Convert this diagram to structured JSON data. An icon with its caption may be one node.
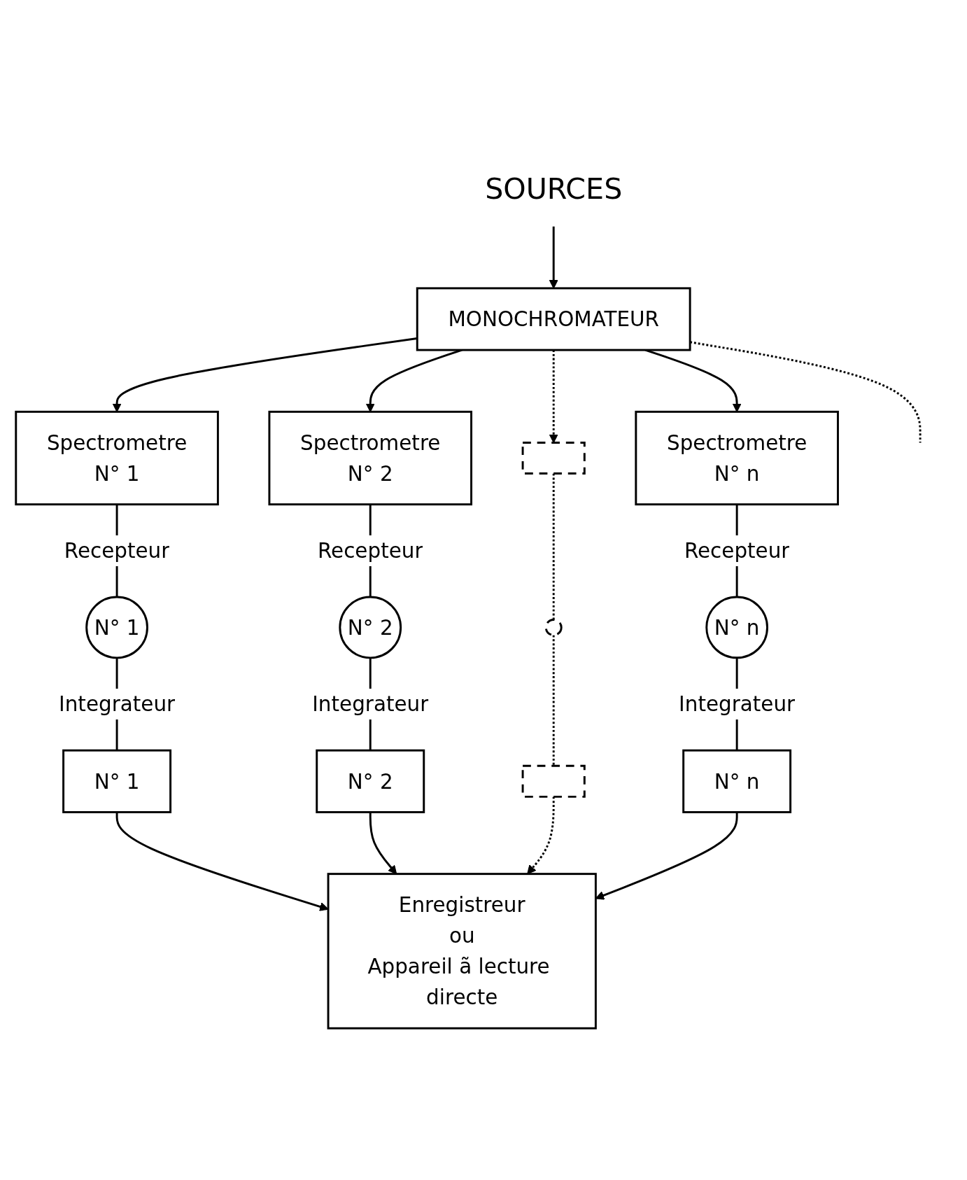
{
  "diagram": {
    "nodes": [
      {
        "text": [
          "SOURCES"
        ]
      },
      {
        "text": [
          "MONOCHROMATEUR"
        ]
      },
      {
        "text": [
          "Spectrometre",
          "N° 1"
        ]
      },
      {
        "text": [
          "Spectrometre",
          "N° 2"
        ]
      },
      {
        "text": [],
        "shape": "box"
      },
      {
        "text": [
          "Spectrometre",
          "N° n"
        ]
      },
      {
        "text": [
          "N° 1"
        ]
      },
      {
        "text": [
          "N° 2"
        ]
      },
      {
        "text": [],
        "shape": "circle"
      },
      {
        "text": [
          "N° n"
        ]
      },
      {
        "text": [
          "N° 1"
        ]
      },
      {
        "text": [
          "N° 2"
        ]
      },
      {
        "text": [],
        "shape": "box"
      },
      {
        "text": [
          "N° n"
        ]
      },
      {
        "text": [
          "Enregistreur",
          "ou",
          "Appareil ã lecture directe"
        ]
      }
    ],
    "edges": [
      {
        "from": 0,
        "to": 1,
        "arrow": "to"
      },
      {
        "from": 1,
        "to": 2,
        "arrow": "to"
      },
      {
        "from": 1,
        "to": 3,
        "arrow": "to"
      },
      {
        "from": 1,
        "to": 4,
        "arrow": "to",
        "style": "dashed"
      },
      {
        "from": 1,
        "to": null,
        "arrow": "none",
        "style": "dashed"
      },
      {
        "from": 1,
        "to": 5,
        "arrow": "to"
      },
      {
        "from": 2,
        "to": 6,
        "arrow": "none",
        "label": "Recepteur"
      },
      {
        "from": 3,
        "to": 7,
        "arrow": "none",
        "label": "Recepteur"
      },
      {
        "from": 4,
        "to": 8,
        "arrow": "none",
        "style": "dashed"
      },
      {
        "from": 5,
        "to": 9,
        "arrow": "none",
        "label": "Recepteur"
      },
      {
        "from": 6,
        "to": 10,
        "arrow": "none",
        "label": "Integrateur"
      },
      {
        "from": 7,
        "to": 11,
        "arrow": "none",
        "label": "Integrateur"
      },
      {
        "from": 8,
        "to": 12,
        "arrow": "none",
        "style": "dashed"
      },
      {
        "from": 9,
        "to": 13,
        "arrow": "none",
        "label": "Integrateur"
      },
      {
        "from": 10,
        "to": 14,
        "arrow": "to"
      },
      {
        "from": 11,
        "to": 14,
        "arrow": "to"
      },
      {
        "from": 12,
        "to": 14,
        "arrow": "to",
        "style": "dashed"
      },
      {
        "from": 13,
        "to": 14,
        "arrow": "to"
      }
    ]
  }
}
